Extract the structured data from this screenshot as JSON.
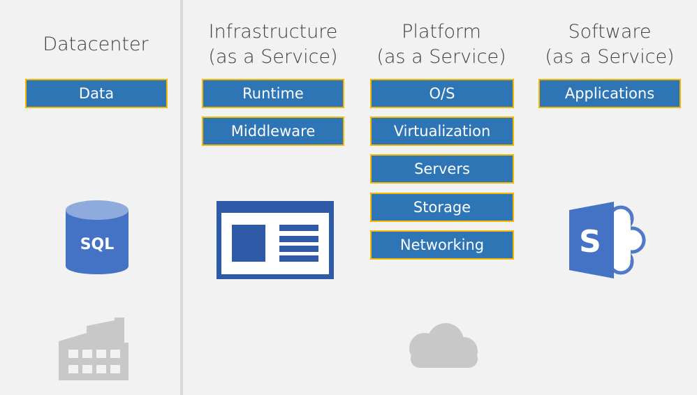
{
  "columns": [
    {
      "title_lines": [
        "Datacenter"
      ],
      "boxes": [
        "Data"
      ]
    },
    {
      "title_lines": [
        "Infrastructure",
        "(as a Service)"
      ],
      "boxes": [
        "Runtime",
        "Middleware"
      ]
    },
    {
      "title_lines": [
        "Platform",
        "(as a Service)"
      ],
      "boxes": [
        "O/S",
        "Virtualization",
        "Servers",
        "Storage",
        "Networking"
      ]
    },
    {
      "title_lines": [
        "Software",
        "(as a Service)"
      ],
      "boxes": [
        "Applications"
      ]
    }
  ],
  "icons": {
    "database": {
      "name": "sql-database-icon",
      "text": "SQL"
    },
    "webpage": {
      "name": "web-page-icon"
    },
    "sharepoint": {
      "name": "sharepoint-icon",
      "text": "S"
    },
    "factory": {
      "name": "factory-icon"
    },
    "cloud": {
      "name": "cloud-icon"
    }
  },
  "colors": {
    "box_fill": "#2e75b6",
    "box_border": "#f5b800",
    "icon_blue": "#4472c4",
    "icon_gray": "#c8c8c8",
    "panel_bg": "#f2f2f2"
  }
}
